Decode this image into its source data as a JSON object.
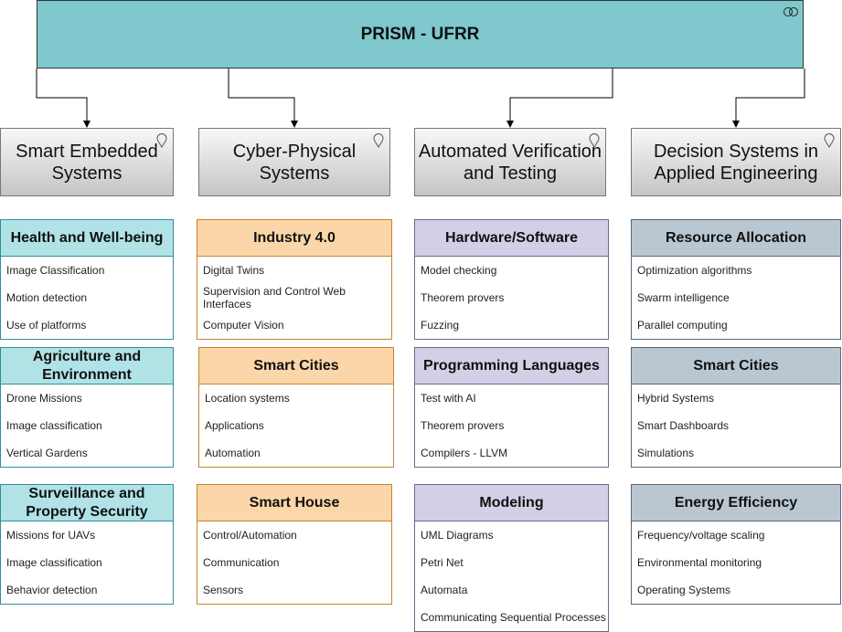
{
  "root": {
    "title": "PRISM - UFRR"
  },
  "categories": [
    {
      "label": "Smart Embedded Systems"
    },
    {
      "label": "Cyber-Physical Systems"
    },
    {
      "label": "Automated Verification and Testing"
    },
    {
      "label": "Decision Systems in Applied Engineering"
    }
  ],
  "cards": [
    {
      "title": "Health and Well-being",
      "items": [
        "Image Classification",
        "Motion detection",
        "Use of platforms"
      ]
    },
    {
      "title": "Agriculture and Environment",
      "items": [
        "Drone Missions",
        "Image classification",
        "Vertical Gardens"
      ]
    },
    {
      "title": "Surveillance and Property Security",
      "items": [
        "Missions for UAVs",
        "Image classification",
        "Behavior detection"
      ]
    },
    {
      "title": "Industry 4.0",
      "items": [
        "Digital Twins",
        "Supervision and Control Web Interfaces",
        "Computer Vision"
      ]
    },
    {
      "title": "Smart Cities",
      "items": [
        "Location systems",
        "Applications",
        "Automation"
      ]
    },
    {
      "title": "Smart House",
      "items": [
        "Control/Automation",
        "Communication",
        "Sensors"
      ]
    },
    {
      "title": "Hardware/Software",
      "items": [
        "Model checking",
        "Theorem provers",
        "Fuzzing"
      ]
    },
    {
      "title": "Programming Languages",
      "items": [
        "Test with AI",
        "Theorem provers",
        "Compilers - LLVM"
      ]
    },
    {
      "title": "Modeling",
      "items": [
        "UML Diagrams",
        "Petri Net",
        "Automata",
        "Communicating Sequential Processes"
      ]
    },
    {
      "title": "Resource Allocation",
      "items": [
        "Optimization algorithms",
        "Swarm intelligence",
        "Parallel computing"
      ]
    },
    {
      "title": "Smart Cities",
      "items": [
        "Hybrid Systems",
        "Smart Dashboards",
        "Simulations"
      ]
    },
    {
      "title": "Energy Efficiency",
      "items": [
        "Frequency/voltage scaling",
        "Environmental monitoring",
        "Operating Systems"
      ]
    }
  ],
  "colors": {
    "teal": "#b0e2e6",
    "orange": "#fbd6a8",
    "purple": "#d2d0e6",
    "slate": "#bac7d1",
    "root": "#7ec8ce"
  }
}
